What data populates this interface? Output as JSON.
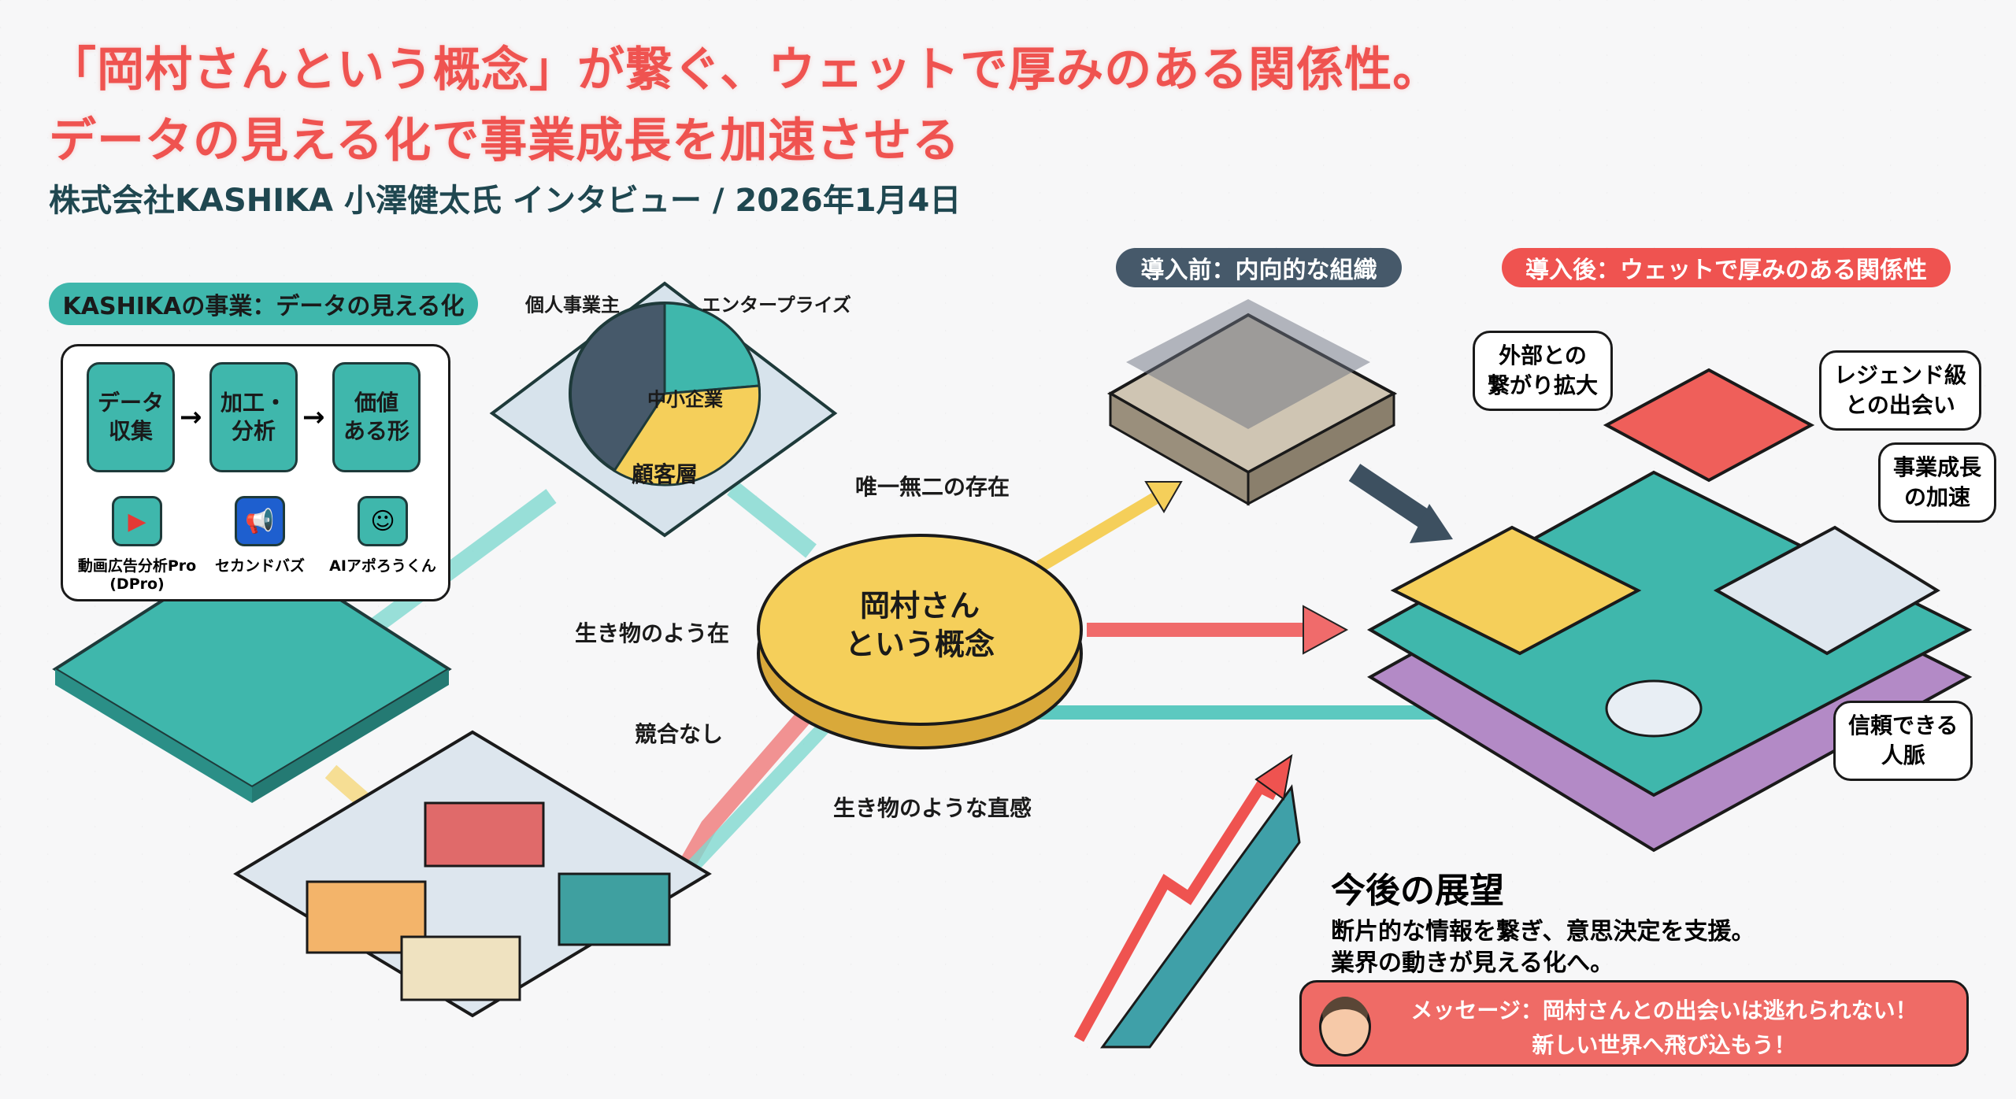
{
  "header": {
    "title_line1": "「岡村さんという概念」が繋ぐ、ウェットで厚みのある関係性。",
    "title_line2": "データの見える化で事業成長を加速させる",
    "subtitle": "株式会社KASHIKA 小澤健太氏 インタビュー / 2026年1月4日"
  },
  "business": {
    "label": "KASHIKAの事業：データの見える化",
    "steps": [
      "データ\n収集",
      "加工・\n分析",
      "価値\nある形"
    ],
    "products": [
      {
        "name": "動画広告分析Pro\n(DPro)",
        "icon": "video-icon"
      },
      {
        "name": "セカンドバズ",
        "icon": "megaphone-icon"
      },
      {
        "name": "AIアポろうくん",
        "icon": "robot-icon"
      }
    ]
  },
  "customers": {
    "segments": [
      "個人事業主",
      "エンタープライズ",
      "中小企業"
    ],
    "label": "顧客層"
  },
  "center": {
    "label": "岡村さん\nという概念",
    "traits": [
      "唯一無二の存在",
      "生き物のよう在",
      "競合なし",
      "生き物のような直感"
    ]
  },
  "before": {
    "label": "導入前：内向的な組織"
  },
  "after": {
    "label": "導入後：ウェットで厚みのある関係性",
    "bubbles": [
      "外部との\n繋がり拡大",
      "レジェンド級\nとの出会い",
      "事業成長\nの加速",
      "信頼できる\n人脈"
    ]
  },
  "outlook": {
    "title": "今後の展望",
    "lines": [
      "断片的な情報を繋ぎ、意思決定を支援。",
      "業界の動きが見える化へ。"
    ],
    "message_line1": "メッセージ：岡村さんとの出会いは逃れられない！",
    "message_line2": "新しい世界へ飛び込もう！"
  },
  "colors": {
    "red": "#ef5350",
    "teal": "#3fb7ac",
    "yellow": "#f5cf5a",
    "navy": "#46596a"
  }
}
